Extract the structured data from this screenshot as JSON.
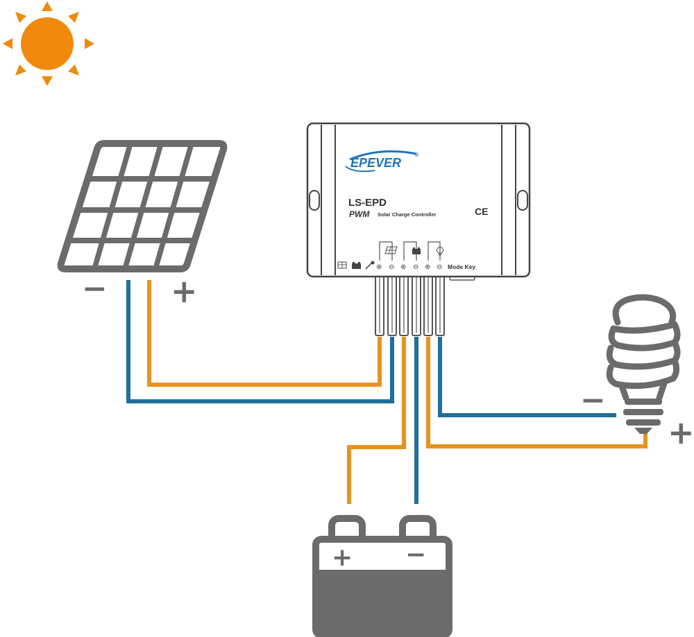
{
  "colors": {
    "positive_wire": "#e8921f",
    "negative_wire": "#1f6f9a",
    "device_gray": "#6b6b6b",
    "sun": "#ef8a0c",
    "brand_blue": "#1e76b8"
  },
  "controller": {
    "brand": "EPEVER",
    "registered": "®",
    "model": "LS-EPD",
    "type_prefix": "PWM",
    "type_text": "Solar Charge Controller",
    "ce_mark": "CE",
    "mode_key": "Mode Key",
    "terminal_icons": [
      "solar-panel-icon",
      "battery-icon",
      "load-icon"
    ],
    "terminal_signs": [
      "⊕",
      "⊖",
      "⊕",
      "⊖",
      "⊕",
      "⊖"
    ]
  },
  "solar_panel": {
    "minus": "−",
    "plus": "+"
  },
  "battery": {
    "plus": "+",
    "minus": "−"
  },
  "load": {
    "minus": "−",
    "plus": "+"
  },
  "icons": [
    "sun-icon",
    "solar-panel-icon",
    "battery-icon",
    "bulb-icon"
  ]
}
